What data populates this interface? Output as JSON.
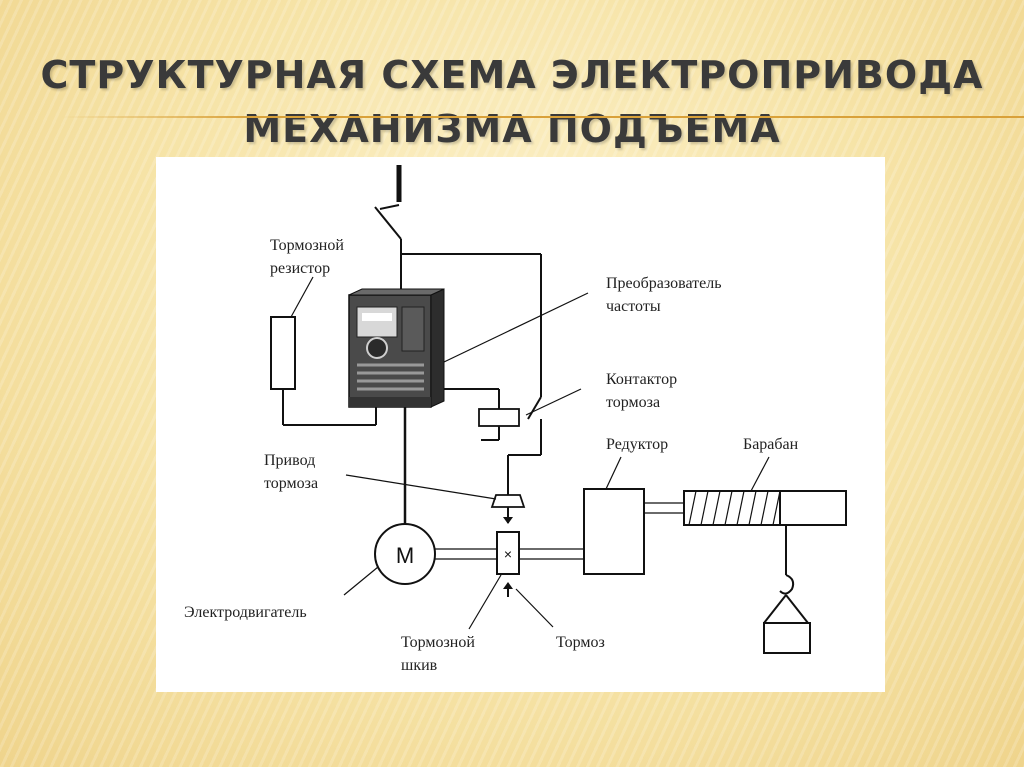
{
  "slide": {
    "title_line1": "СТРУКТУРНАЯ СХЕМА ЭЛЕКТРОПРИВОДА",
    "title_line2": "МЕХАНИЗМА ПОДЪЕМА"
  },
  "diagram": {
    "labels": {
      "brake_resistor_1": "Тормозной",
      "brake_resistor_2": "резистор",
      "converter_1": "Преобразователь",
      "converter_2": "частоты",
      "contactor_1": "Контактор",
      "contactor_2": "тормоза",
      "gearbox": "Редуктор",
      "drum": "Барабан",
      "brake_drive_1": "Привод",
      "brake_drive_2": "тормоза",
      "motor": "Электродвигатель",
      "motor_symbol": "М",
      "brake_pulley_1": "Тормозной",
      "brake_pulley_2": "шкив",
      "brake": "Тормоз"
    }
  }
}
